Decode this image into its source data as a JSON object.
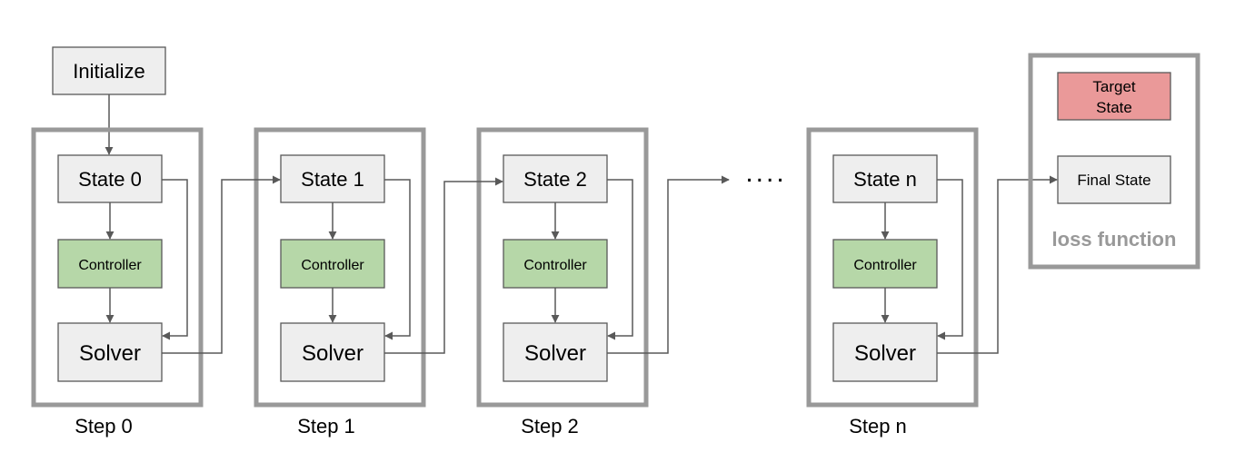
{
  "initialize": "Initialize",
  "ellipsis": "....",
  "colors": {
    "node_fill": "#eeeeee",
    "node_stroke": "#595959",
    "controller_fill": "#b6d7a8",
    "target_fill": "#ea9999",
    "group_stroke": "#999999",
    "arrow": "#595959",
    "loss_label": "#999999"
  },
  "steps": [
    {
      "state": "State 0",
      "controller": "Controller",
      "solver": "Solver",
      "label": "Step 0"
    },
    {
      "state": "State 1",
      "controller": "Controller",
      "solver": "Solver",
      "label": "Step 1"
    },
    {
      "state": "State 2",
      "controller": "Controller",
      "solver": "Solver",
      "label": "Step 2"
    },
    {
      "state": "State n",
      "controller": "Controller",
      "solver": "Solver",
      "label": "Step n"
    }
  ],
  "loss": {
    "target_line1": "Target",
    "target_line2": "State",
    "final_state": "Final State",
    "label": "loss function"
  }
}
